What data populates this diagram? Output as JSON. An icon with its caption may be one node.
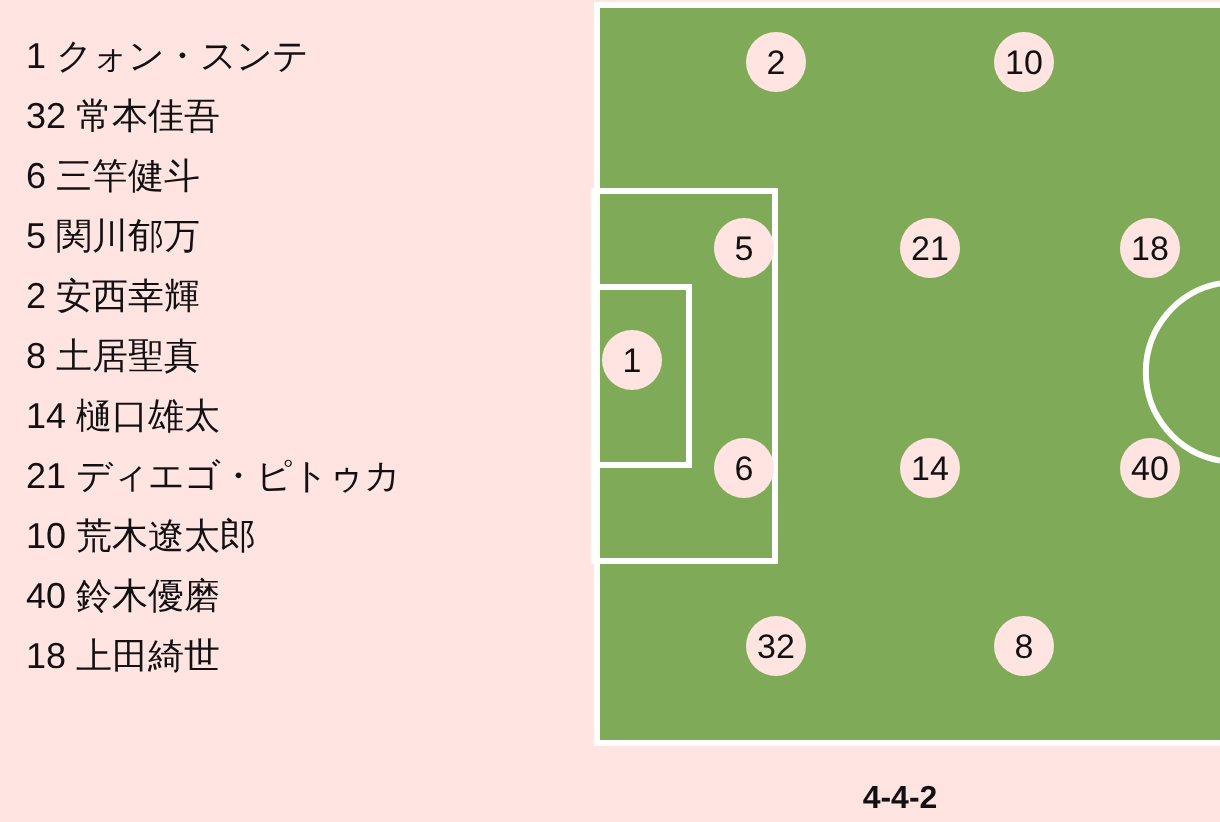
{
  "diagram": {
    "caption": "4-4-2",
    "nodes": [
      {
        "text": [
          "2"
        ]
      },
      {
        "text": [
          "10"
        ]
      },
      {
        "text": [
          "5"
        ]
      },
      {
        "text": [
          "21"
        ]
      },
      {
        "text": [
          "18"
        ]
      },
      {
        "text": [
          "1"
        ]
      },
      {
        "text": [
          "6"
        ]
      },
      {
        "text": [
          "14"
        ]
      },
      {
        "text": [
          "40"
        ]
      },
      {
        "text": [
          "32"
        ]
      },
      {
        "text": [
          "8"
        ]
      }
    ],
    "labels": [
      "1 クォン・スンテ",
      "32 常本佳吾",
      "6 三竿健斗",
      "5 関川郁万",
      "2 安西幸輝",
      "8 土居聖真",
      "14 樋口雄太",
      "21 ディエゴ・ピトゥカ",
      "10 荒木遼太郎",
      "40 鈴木優磨",
      "18 上田綺世"
    ]
  }
}
